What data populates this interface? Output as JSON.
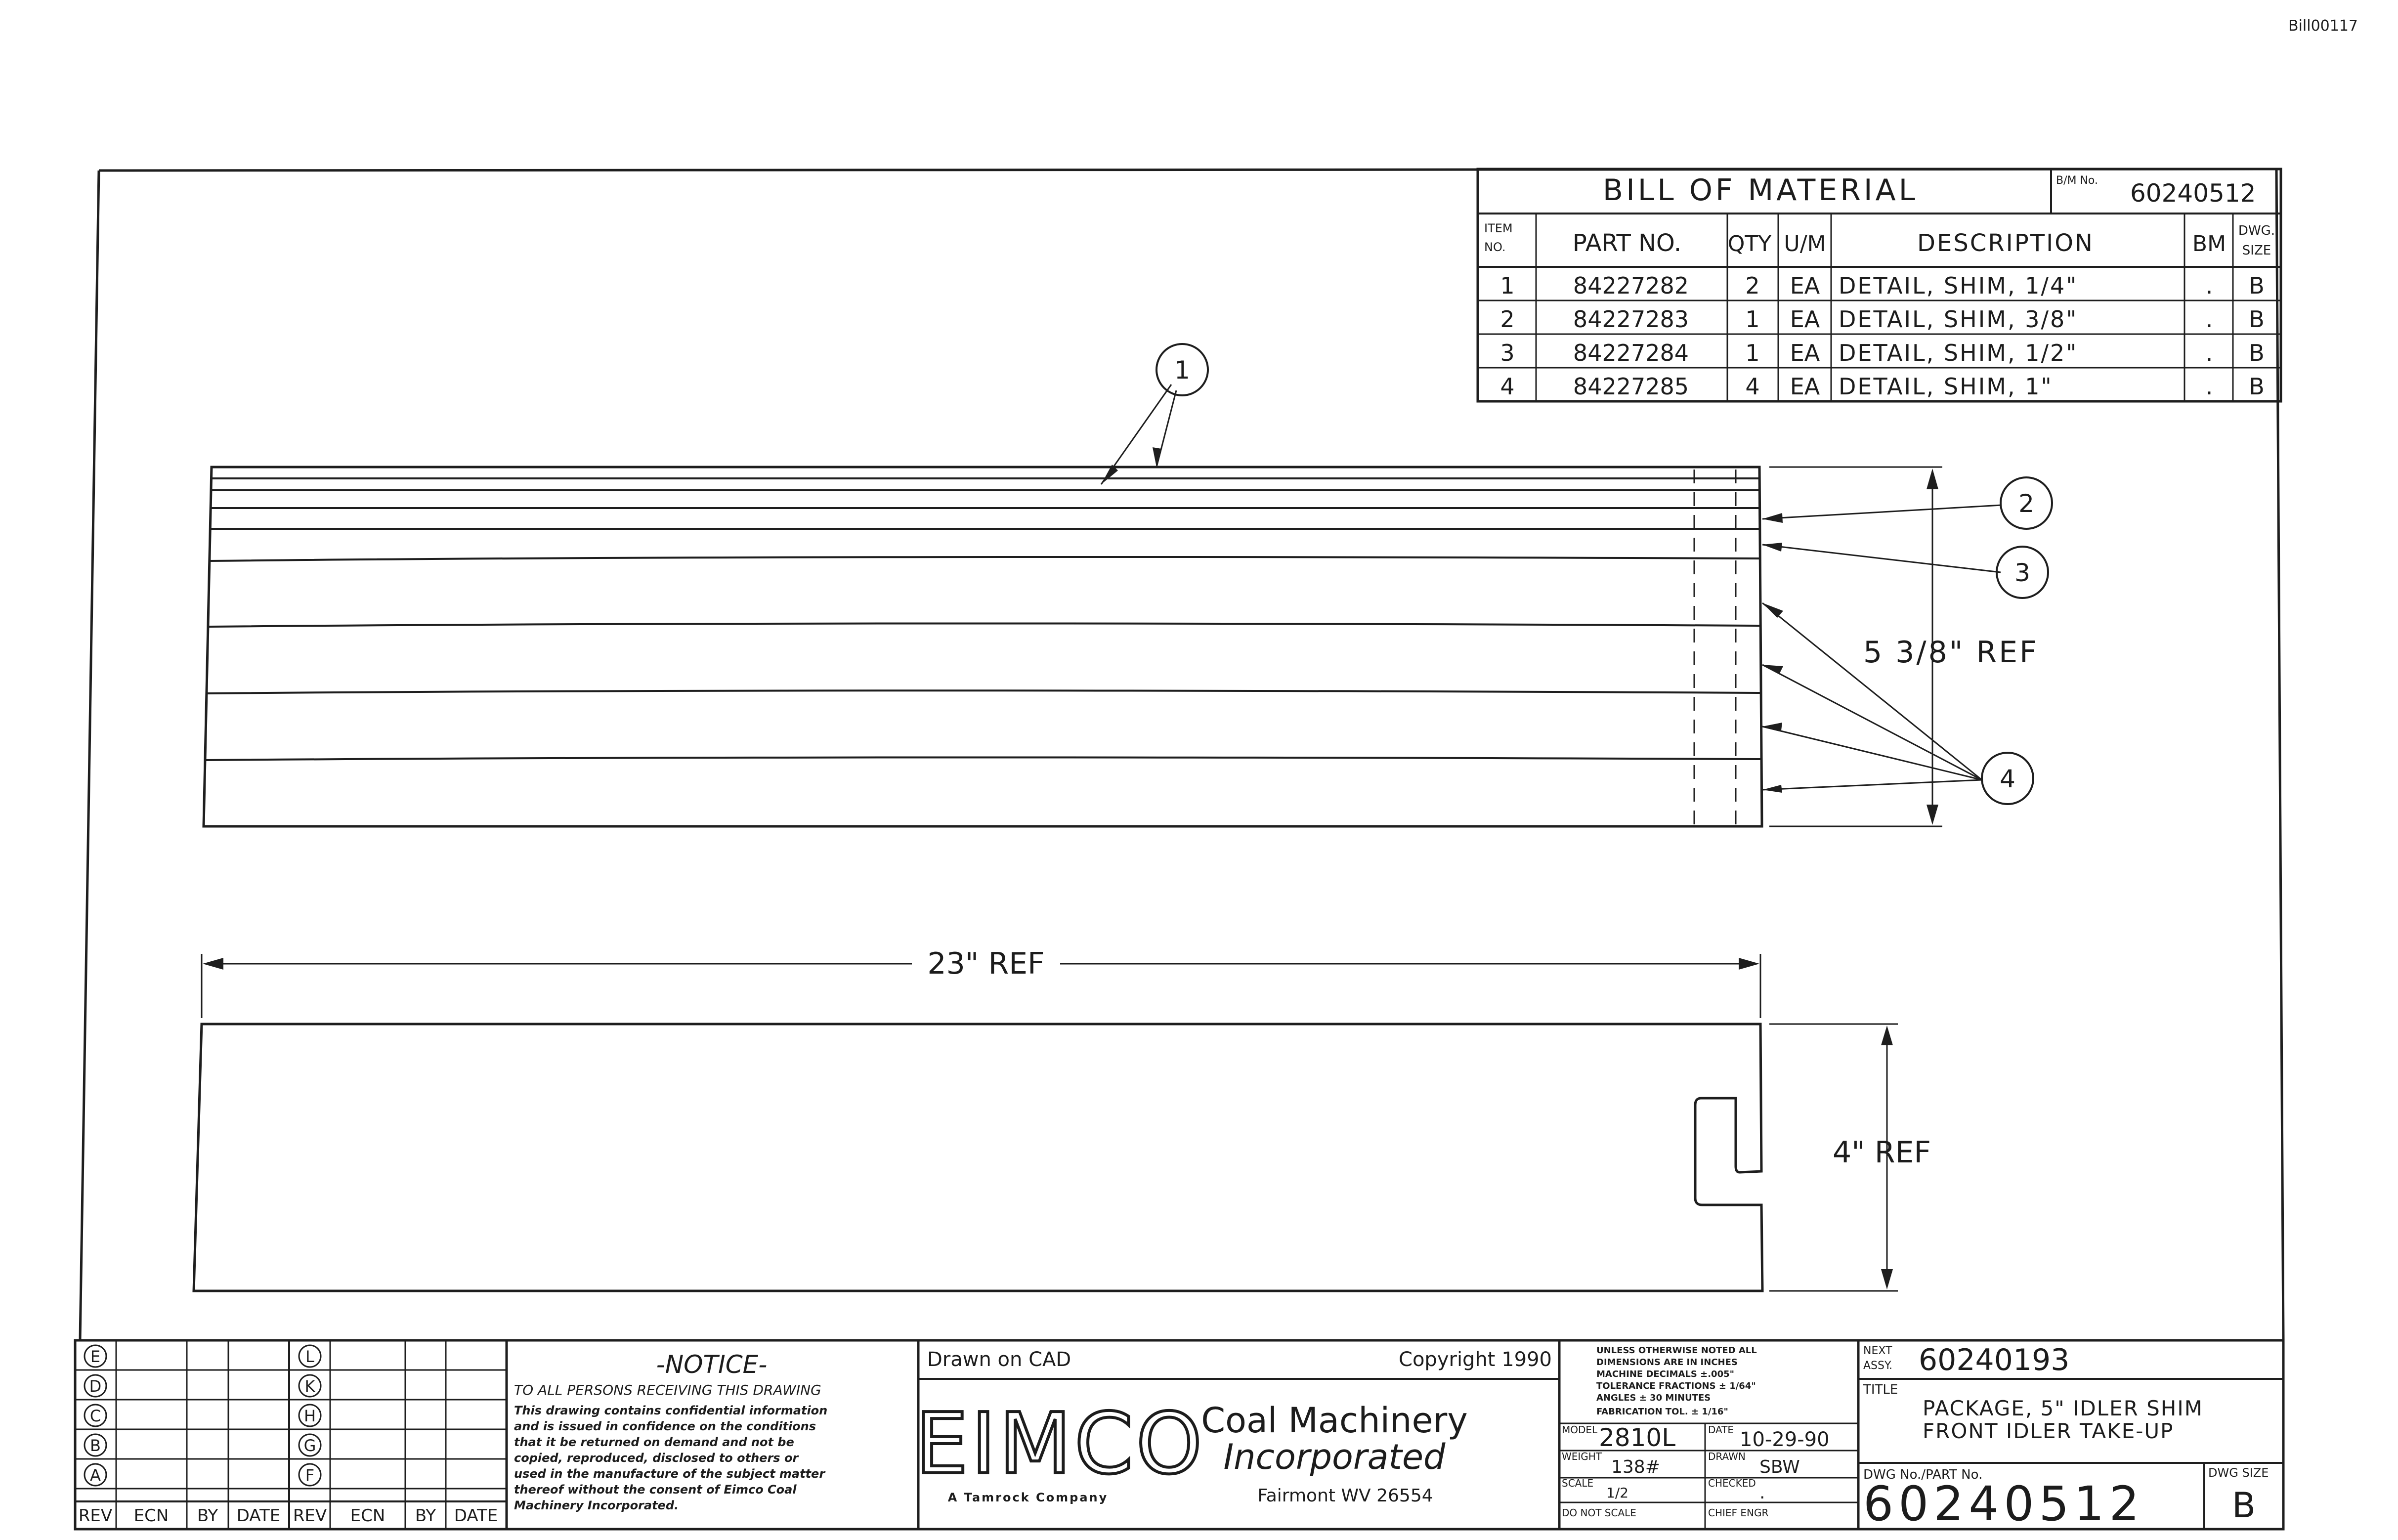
{
  "sheet_id": "Bill00117",
  "bom": {
    "title": "BILL OF MATERIAL",
    "bm_no_label": "B/M No.",
    "bm_no": "60240512",
    "headers": {
      "item_no_top": "ITEM",
      "item_no_bottom": "NO.",
      "part_no": "PART NO.",
      "qty": "QTY",
      "um": "U/M",
      "description": "DESCRIPTION",
      "bm": "BM",
      "dwg_size_top": "DWG.",
      "dwg_size_bottom": "SIZE"
    },
    "rows": [
      {
        "item": "1",
        "part": "84227282",
        "qty": "2",
        "um": "EA",
        "desc": "DETAIL, SHIM, 1/4\"",
        "bm": ".",
        "size": "B"
      },
      {
        "item": "2",
        "part": "84227283",
        "qty": "1",
        "um": "EA",
        "desc": "DETAIL, SHIM, 3/8\"",
        "bm": ".",
        "size": "B"
      },
      {
        "item": "3",
        "part": "84227284",
        "qty": "1",
        "um": "EA",
        "desc": "DETAIL, SHIM, 1/2\"",
        "bm": ".",
        "size": "B"
      },
      {
        "item": "4",
        "part": "84227285",
        "qty": "4",
        "um": "EA",
        "desc": "DETAIL, SHIM, 1\"",
        "bm": ".",
        "size": "B"
      }
    ]
  },
  "callouts": [
    "1",
    "2",
    "3",
    "4"
  ],
  "dimensions": {
    "height_ref": "5 3/8\" REF",
    "length_ref": "23\" REF",
    "width_ref": "4\" REF"
  },
  "revisions": {
    "left_letters": [
      "E",
      "D",
      "C",
      "B",
      "A"
    ],
    "right_letters": [
      "L",
      "K",
      "H",
      "G",
      "F"
    ],
    "footer": [
      "REV",
      "ECN",
      "BY",
      "DATE",
      "REV",
      "ECN",
      "BY",
      "DATE"
    ]
  },
  "notice": {
    "title": "-NOTICE-",
    "subtitle": "TO ALL PERSONS RECEIVING THIS DRAWING",
    "lines": [
      "This drawing contains confidential information",
      "and is issued in confidence on the conditions",
      "that it be returned on demand and not be",
      "copied, reproduced, disclosed to others or",
      "used in the manufacture of the subject matter",
      "thereof without the consent of Eimco Coal",
      "Machinery Incorporated."
    ]
  },
  "company": {
    "drawn_on": "Drawn on CAD",
    "copyright": "Copyright 1990",
    "logo": "EIMCO",
    "name_line1": "Coal Machinery",
    "name_line2": "Incorporated",
    "tagline": "A Tamrock Company",
    "location": "Fairmont WV 26554"
  },
  "tolerances": {
    "lines": [
      "UNLESS OTHERWISE NOTED ALL",
      "DIMENSIONS ARE IN INCHES",
      "MACHINE   DECIMALS ±.005\"",
      "TOLERANCE  FRACTIONS ± 1/64\"",
      "           ANGLES ± 30 MINUTES",
      "FABRICATION TOL. ± 1/16\""
    ]
  },
  "title_block": {
    "model_label": "MODEL",
    "model": "2810L",
    "date_label": "DATE",
    "date": "10-29-90",
    "weight_label": "WEIGHT",
    "weight": "138#",
    "drawn_label": "DRAWN",
    "drawn": "SBW",
    "scale_label": "SCALE",
    "scale": "1/2",
    "checked_label": "CHECKED",
    "checked": ".",
    "do_not_scale": "DO NOT SCALE",
    "chief_engr": "CHIEF ENGR",
    "next_assy_label": "NEXT ASSY.",
    "next_assy": "60240193",
    "title_label": "TITLE",
    "title_line1": "PACKAGE, 5\" IDLER SHIM",
    "title_line2": "FRONT IDLER TAKE-UP",
    "dwg_no_label": "DWG No./PART No.",
    "dwg_no": "60240512",
    "dwg_size_label": "DWG SIZE",
    "dwg_size": "B"
  }
}
